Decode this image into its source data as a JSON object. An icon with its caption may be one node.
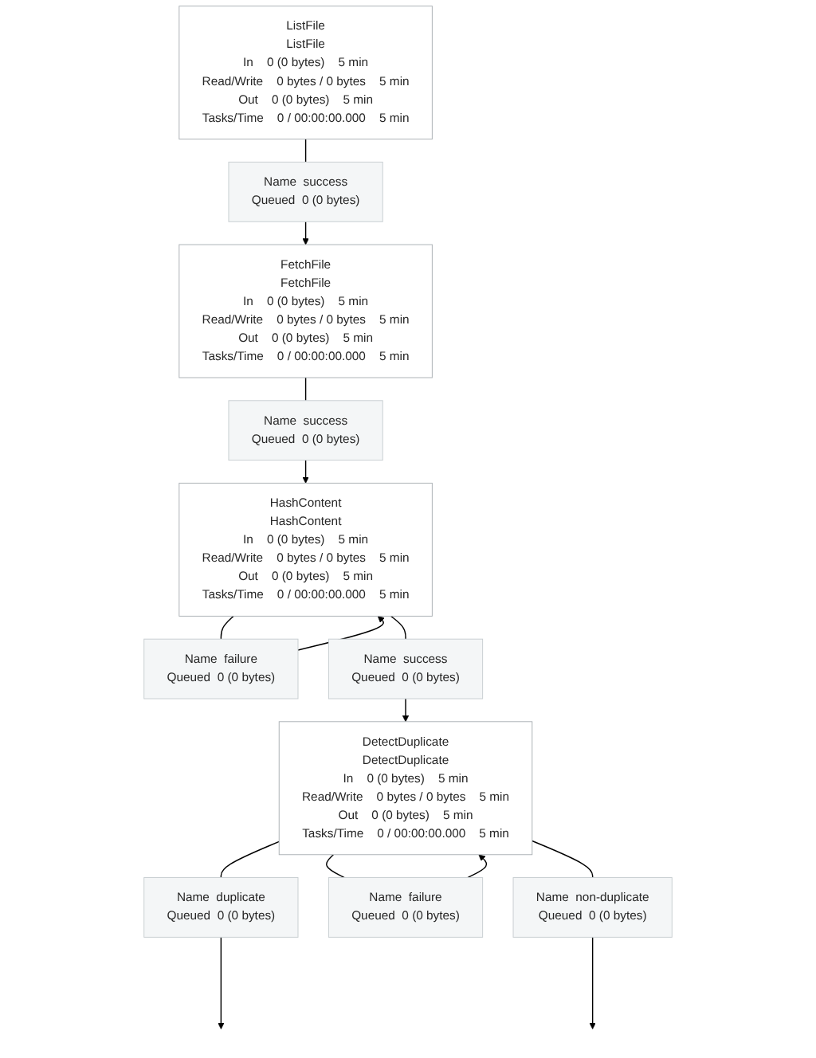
{
  "diagram": {
    "nodes": [
      {
        "text": [
          "ListFile",
          "ListFile",
          "In",
          "0 (0 bytes)",
          "5 min",
          "Read/Write",
          "0 bytes / 0 bytes",
          "5 min",
          "Out",
          "0 (0 bytes)",
          "5 min",
          "Tasks/Time",
          "0 / 00:00:00.000",
          "5 min"
        ]
      },
      {
        "text": [
          "Name",
          "success",
          "Queued",
          "0 (0 bytes)"
        ]
      },
      {
        "text": [
          "FetchFile",
          "FetchFile",
          "In",
          "0 (0 bytes)",
          "5 min",
          "Read/Write",
          "0 bytes / 0 bytes",
          "5 min",
          "Out",
          "0 (0 bytes)",
          "5 min",
          "Tasks/Time",
          "0 / 00:00:00.000",
          "5 min"
        ]
      },
      {
        "text": [
          "Name",
          "success",
          "Queued",
          "0 (0 bytes)"
        ]
      },
      {
        "text": [
          "HashContent",
          "HashContent",
          "In",
          "0 (0 bytes)",
          "5 min",
          "Read/Write",
          "0 bytes / 0 bytes",
          "5 min",
          "Out",
          "0 (0 bytes)",
          "5 min",
          "Tasks/Time",
          "0 / 00:00:00.000",
          "5 min"
        ]
      },
      {
        "text": [
          "Name",
          "failure",
          "Queued",
          "0 (0 bytes)"
        ]
      },
      {
        "text": [
          "Name",
          "success",
          "Queued",
          "0 (0 bytes)"
        ]
      },
      {
        "text": [
          "Name",
          "duplicate",
          "Queued",
          "0 (0 bytes)"
        ]
      },
      {
        "text": [
          "DetectDuplicate",
          "DetectDuplicate",
          "In",
          "0 (0 bytes)",
          "5 min",
          "Read/Write",
          "0 bytes / 0 bytes",
          "5 min",
          "Out",
          "0 (0 bytes)",
          "5 min",
          "Tasks/Time",
          "0 / 00:00:00.000",
          "5 min"
        ]
      },
      {
        "text": [
          "Name",
          "failure",
          "Queued",
          "0 (0 bytes)"
        ]
      },
      {
        "text": [
          "Name",
          "non-duplicate",
          "Queued",
          "0 (0 bytes)"
        ]
      }
    ],
    "edges": [
      {
        "from": 0,
        "to": 1,
        "arrow": "none"
      },
      {
        "from": 1,
        "to": 2,
        "arrow": "to"
      },
      {
        "from": 2,
        "to": 3,
        "arrow": "none"
      },
      {
        "from": 3,
        "to": 4,
        "arrow": "to"
      },
      {
        "from": 4,
        "to": 5,
        "arrow": "none"
      },
      {
        "from": 5,
        "to": 4,
        "arrow": "to"
      },
      {
        "from": 4,
        "to": 6,
        "arrow": "none"
      },
      {
        "from": 6,
        "to": 8,
        "arrow": "to"
      },
      {
        "from": 8,
        "to": 7,
        "arrow": "none"
      },
      {
        "from": 7,
        "to": null,
        "arrow": "to"
      },
      {
        "from": 8,
        "to": 9,
        "arrow": "none"
      },
      {
        "from": 9,
        "to": 8,
        "arrow": "to"
      },
      {
        "from": 8,
        "to": 10,
        "arrow": "none"
      },
      {
        "from": 10,
        "to": null,
        "arrow": "to"
      }
    ]
  }
}
